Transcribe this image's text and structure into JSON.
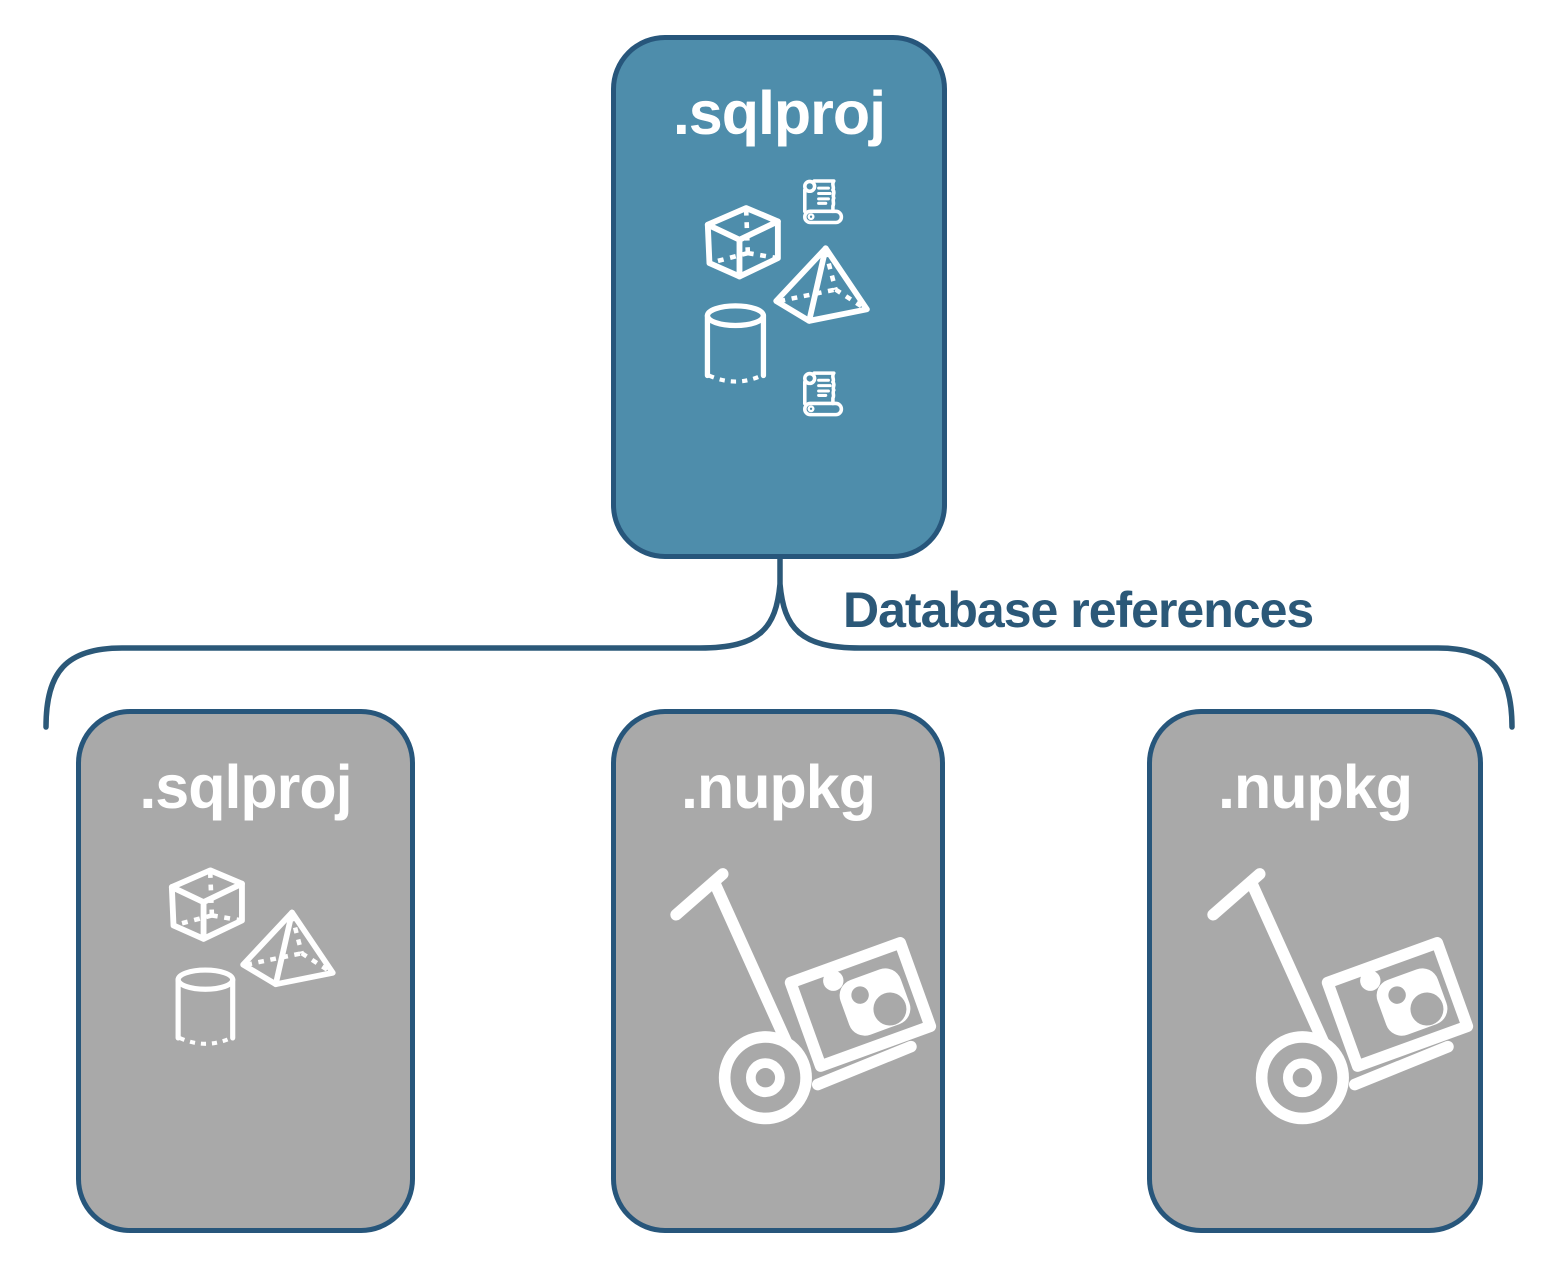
{
  "diagram": {
    "root_node": {
      "label": ".sqlproj"
    },
    "connector_label": "Database references",
    "child_nodes": [
      {
        "label": ".sqlproj"
      },
      {
        "label": ".nupkg"
      },
      {
        "label": ".nupkg"
      }
    ],
    "icons": {
      "root_node": [
        "cube-3d",
        "script-scroll",
        "pyramid-3d",
        "database-cylinder",
        "script-scroll"
      ],
      "child_0": [
        "cube-3d",
        "pyramid-3d",
        "database-cylinder"
      ],
      "child_1": [
        "package-hand-truck"
      ],
      "child_2": [
        "package-hand-truck"
      ]
    },
    "colors": {
      "accent_dark_blue": "#27567b",
      "root_fill": "#4e8dab",
      "child_fill": "#a9a9a9",
      "icon_white": "#ffffff",
      "label_text": "#2b5878",
      "background": "#ffffff"
    }
  }
}
